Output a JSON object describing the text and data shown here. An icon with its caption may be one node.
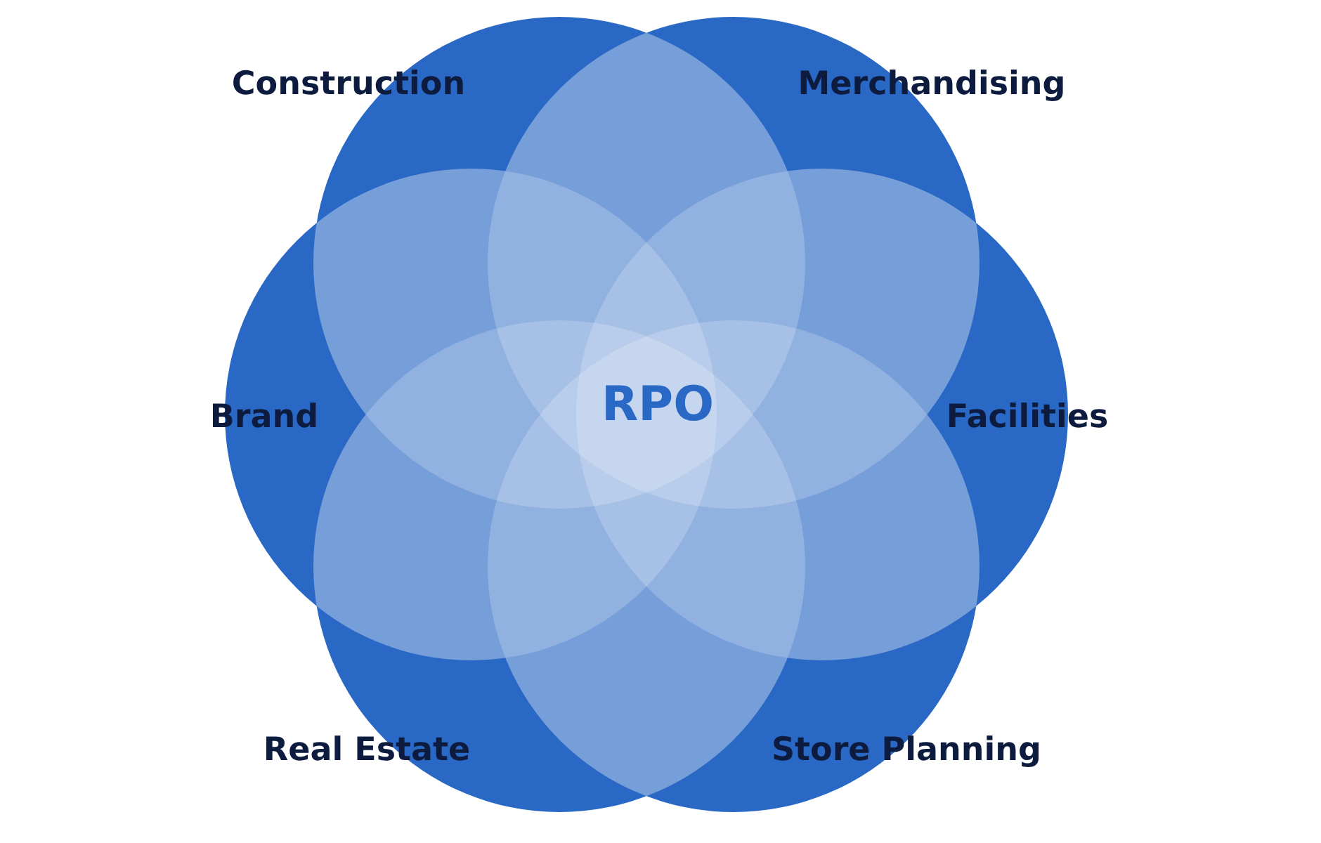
{
  "diagram": {
    "nodes": [
      {
        "text": [
          "Construction"
        ]
      },
      {
        "text": [
          "Merchandising"
        ]
      },
      {
        "text": [
          "Brand"
        ]
      },
      {
        "text": [
          "RPO"
        ]
      },
      {
        "text": [
          "Facilities"
        ]
      },
      {
        "text": [
          "Real Estate"
        ]
      },
      {
        "text": [
          "Store Planning"
        ]
      }
    ],
    "edges": []
  }
}
